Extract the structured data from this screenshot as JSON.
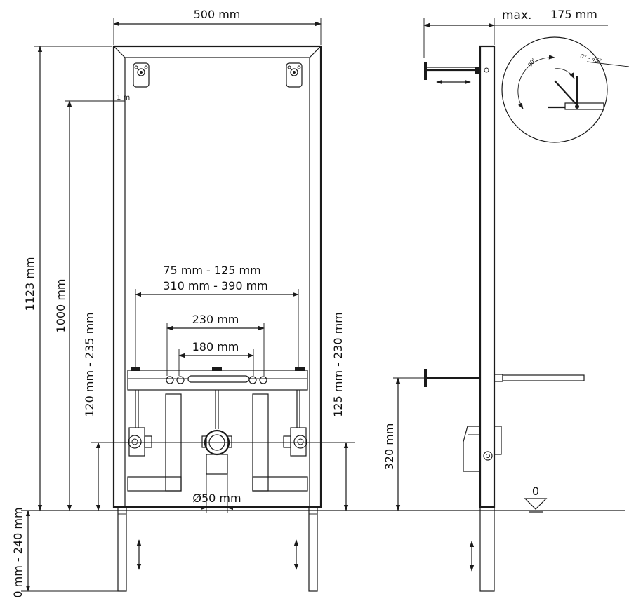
{
  "labels": {
    "top_width": "500 mm",
    "max_text": "max.",
    "max_value": "175 mm",
    "angle_90": "90°",
    "angle_range": "0° - 45°",
    "height_total": "1123 mm",
    "height_frame": "1000 mm",
    "height_left_range": "120 mm - 235 mm",
    "height_right_range": "125 mm - 230 mm",
    "height_side": "320 mm",
    "leg_range": "0 mm - 240 mm",
    "bolt_range_a": "75 mm - 125 mm",
    "bolt_range_b": "310 mm - 390 mm",
    "dist_230": "230 mm",
    "dist_180": "180 mm",
    "diameter": "Ø50 mm",
    "zero": "0",
    "small_mark": "1 m"
  },
  "colors": {
    "line": "#1a1a1a",
    "background": "#ffffff"
  }
}
